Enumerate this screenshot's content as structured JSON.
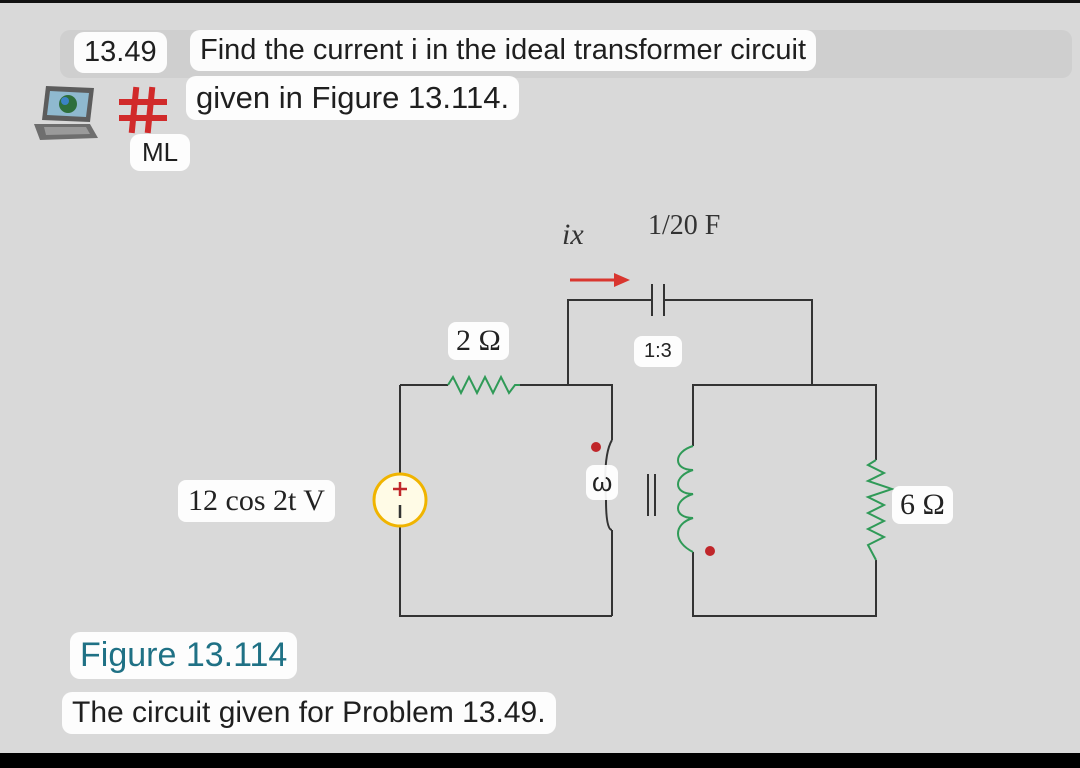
{
  "problem": {
    "number": "13.49",
    "text_line1": "Find the current i in the ideal transformer circuit",
    "text_line2": "given in Figure 13.114.",
    "badge": "ML"
  },
  "circuit": {
    "source_label": "12 cos 2t V",
    "r1_label": "2 Ω",
    "r2_label": "6 Ω",
    "ratio_label": "1:3",
    "primary_label": "ω",
    "current_label": "ix",
    "cap_label": "1/20 F"
  },
  "figure": {
    "title": "Figure 13.114",
    "caption": "The circuit given for Problem 13.49."
  },
  "colors": {
    "wire": "#333333",
    "accent_red": "#c0262a",
    "source_ring": "#f0b400",
    "title_teal": "#1f7185"
  }
}
